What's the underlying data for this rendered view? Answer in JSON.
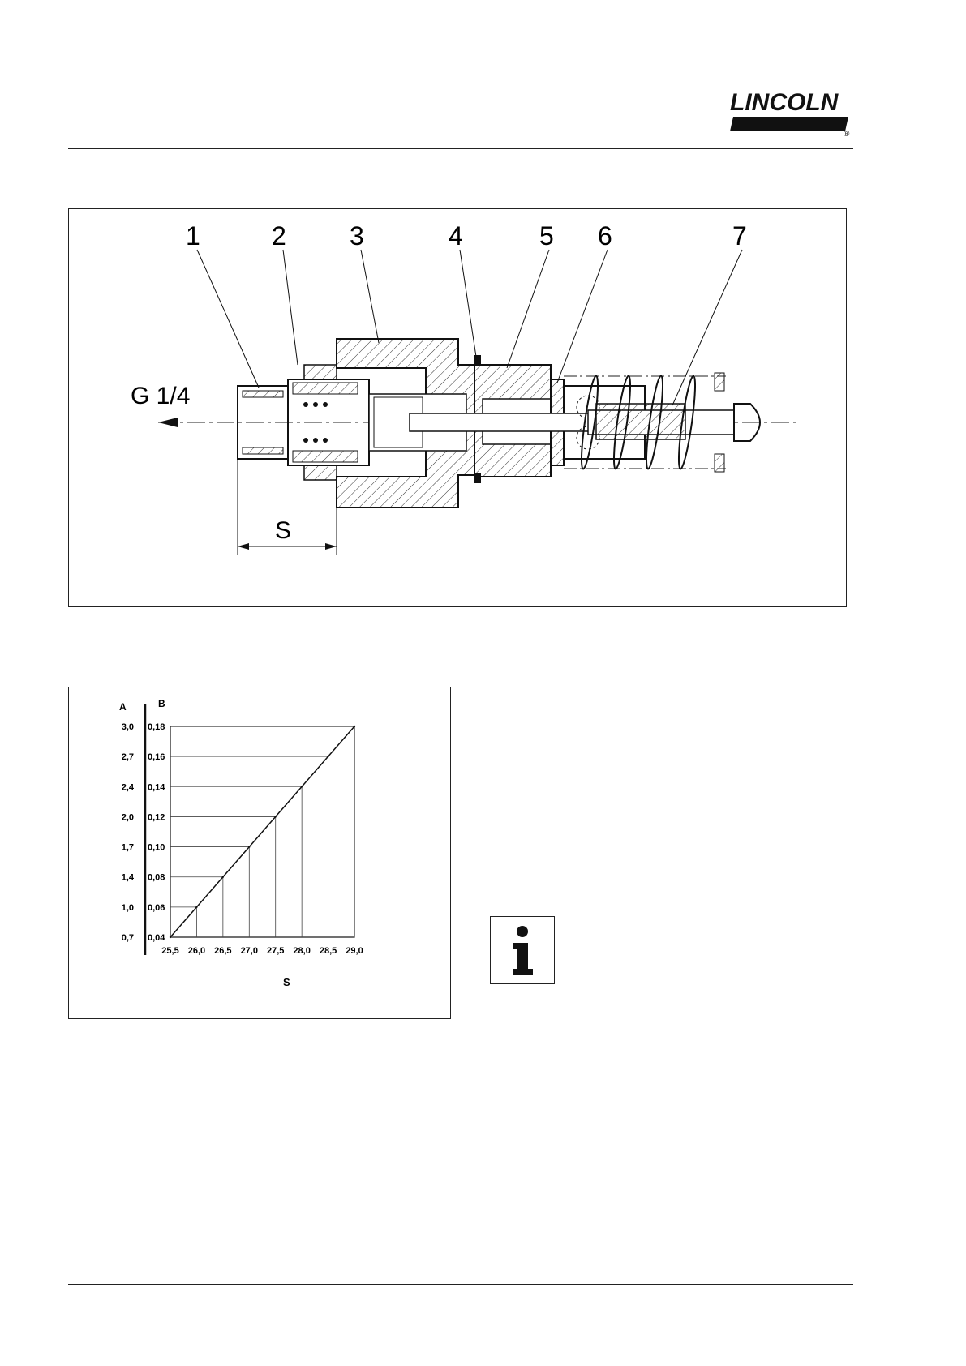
{
  "header": {
    "logo_text": "LINCOLN",
    "logo_mark": "®"
  },
  "figure": {
    "callouts": [
      "1",
      "2",
      "3",
      "4",
      "5",
      "6",
      "7"
    ],
    "thread_label": "G 1/4",
    "dimension_label": "S"
  },
  "chart_data": {
    "type": "line",
    "axis_a_label": "A",
    "axis_b_label": "B",
    "xlabel": "S",
    "x_ticks": [
      "25,5",
      "26,0",
      "26,5",
      "27,0",
      "27,5",
      "28,0",
      "28,5",
      "29,0"
    ],
    "b_ticks": [
      "0,04",
      "0,06",
      "0,08",
      "0,10",
      "0,12",
      "0,14",
      "0,16",
      "0,18"
    ],
    "a_ticks": [
      "0,7",
      "1,0",
      "1,4",
      "1,7",
      "2,0",
      "2,4",
      "2,7",
      "3,0"
    ],
    "xlim": [
      25.5,
      29.0
    ],
    "ylim": [
      0.04,
      0.18
    ],
    "series": [
      {
        "x": [
          25.5,
          26.0,
          26.5,
          27.0,
          27.5,
          28.0,
          28.5,
          29.0
        ],
        "y": [
          0.04,
          0.06,
          0.08,
          0.1,
          0.12,
          0.14,
          0.16,
          0.18
        ]
      }
    ],
    "grid": true
  },
  "colors": {
    "ink": "#1a1a1a",
    "logo": "#111111"
  },
  "icons": {
    "info": "info-icon"
  }
}
